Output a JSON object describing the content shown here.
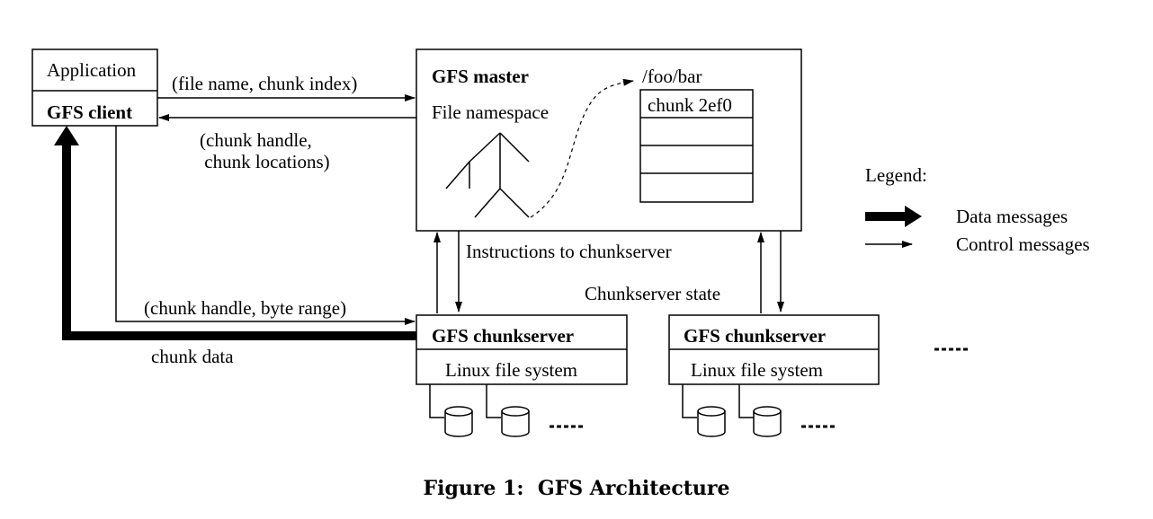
{
  "client": {
    "app_label": "Application",
    "client_label": "GFS client"
  },
  "master": {
    "title": "GFS master",
    "namespace_label": "File namespace",
    "path_label": "/foo/bar",
    "chunk_label": "chunk 2ef0"
  },
  "messages": {
    "request": "(file name, chunk index)",
    "reply_line1": "(chunk handle,",
    "reply_line2": " chunk locations)",
    "instructions": "Instructions to chunkserver",
    "state": "Chunkserver state",
    "data_request": "(chunk handle, byte range)",
    "chunk_data": "chunk data"
  },
  "chunkservers": [
    {
      "title": "GFS chunkserver",
      "fs_label": "Linux file system"
    },
    {
      "title": "GFS chunkserver",
      "fs_label": "Linux file system"
    }
  ],
  "legend": {
    "title": "Legend:",
    "data_label": "Data messages",
    "control_label": "Control messages"
  },
  "caption": "Figure 1:  GFS Architecture"
}
